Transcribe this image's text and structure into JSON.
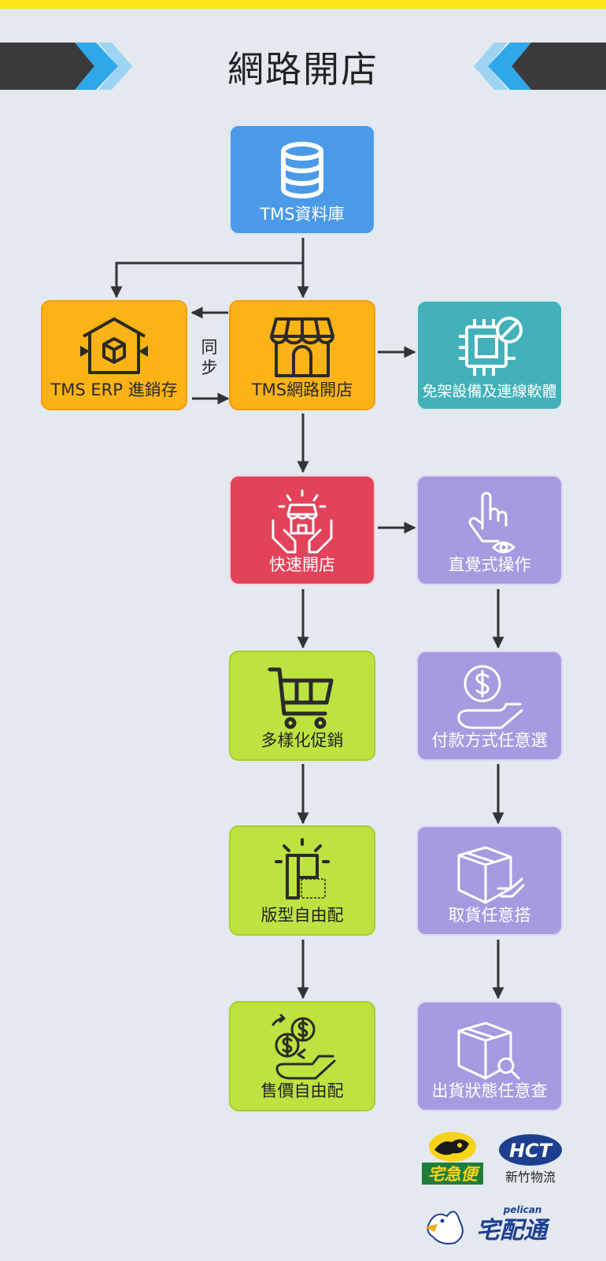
{
  "title": "網路開店",
  "colors": {
    "top_bar": "#fbe619",
    "blue": "#4a9ae8",
    "orange": "#fcb315",
    "teal": "#42b1b9",
    "red": "#e2435a",
    "purple": "#a89ae0",
    "green": "#bde341",
    "arrow": "#333333"
  },
  "nodes": {
    "database": {
      "label": "TMS資料庫",
      "icon": "database-icon"
    },
    "erp": {
      "label": "TMS ERP 進銷存",
      "icon": "warehouse-box-icon"
    },
    "store": {
      "label": "TMS網路開店",
      "icon": "storefront-icon"
    },
    "no_setup": {
      "label": "免架設備及連線軟體",
      "icon": "chip-prohibited-icon"
    },
    "quick": {
      "label": "快速開店",
      "icon": "hands-store-icon"
    },
    "intuitive": {
      "label": "直覺式操作",
      "icon": "finger-touch-icon"
    },
    "promo": {
      "label": "多樣化促銷",
      "icon": "shopping-cart-icon"
    },
    "payment": {
      "label": "付款方式任意選",
      "icon": "coin-hand-icon"
    },
    "layout": {
      "label": "版型自由配",
      "icon": "layout-block-icon"
    },
    "pickup": {
      "label": "取貨任意搭",
      "icon": "box-hand-icon"
    },
    "price": {
      "label": "售價自由配",
      "icon": "coins-exchange-icon"
    },
    "tracking": {
      "label": "出貨狀態任意查",
      "icon": "box-search-icon"
    }
  },
  "sync_label": [
    "同",
    "步"
  ],
  "logos": {
    "tkb": "宅急便",
    "hct": {
      "mark": "HCT",
      "name": "新竹物流"
    },
    "pelican": {
      "brand": "pelican",
      "name": "宅配通"
    }
  }
}
